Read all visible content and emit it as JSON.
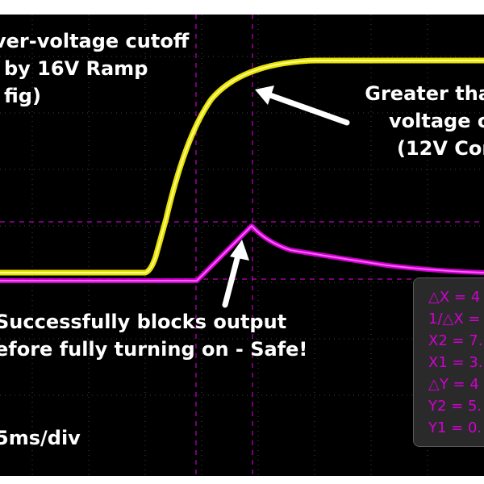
{
  "annotations": {
    "overvoltage": [
      "ver-voltage cutoff",
      "by 16V Ramp",
      "fig)"
    ],
    "greater_than": [
      "Greater tha",
      "voltage o",
      "(12V Cor"
    ],
    "blocks_output": [
      "Successfully blocks output",
      "efore fully turning on - Safe!"
    ]
  },
  "timebase": "5ms/div",
  "cursor_readouts": {
    "delta_x": "△X = 4",
    "inv_delta_x": "1/△X =",
    "x2": "X2 = 7.",
    "x1": "X1 = 3.",
    "delta_y": "△Y = 4",
    "y2": "Y2 = 5.",
    "y1": "Y1 = 0."
  },
  "colors": {
    "background": "#000000",
    "grid": "#555555",
    "channel1": "#f2ee00",
    "channel2": "#e600e6",
    "cursor": "#c000c0",
    "trigger_marker": "#29a8e0",
    "panel_bg": "#2a2a2a"
  },
  "icons": {
    "trigger_marker": "trigger-position-icon",
    "arrows": "annotation-arrow-icon"
  }
}
